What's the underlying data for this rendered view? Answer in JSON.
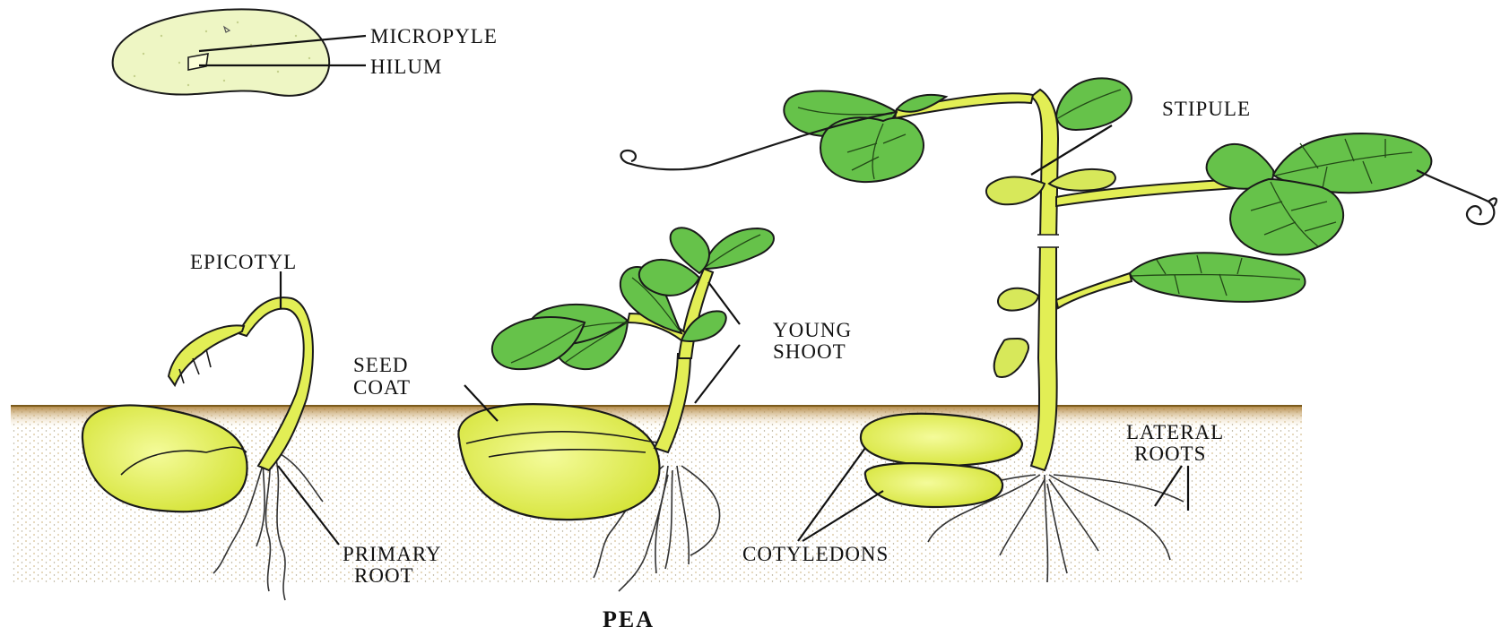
{
  "title": "PEA",
  "labels": {
    "micropyle": "MICROPYLE",
    "hilum": "HILUM",
    "stipule": "STIPULE",
    "epicotyl": "EPICOTYL",
    "young_shoot_1": "YOUNG",
    "young_shoot_2": "SHOOT",
    "seed_coat_1": "SEED",
    "seed_coat_2": "COAT",
    "lateral_roots_1": "LATERAL",
    "lateral_roots_2": "ROOTS",
    "primary_root_1": "PRIMARY",
    "primary_root_2": "ROOT",
    "cotyledons": "COTYLEDONS"
  },
  "colors": {
    "seed": "#e6f25a",
    "leaf": "#66c24a",
    "soil": "#c9a24a"
  }
}
